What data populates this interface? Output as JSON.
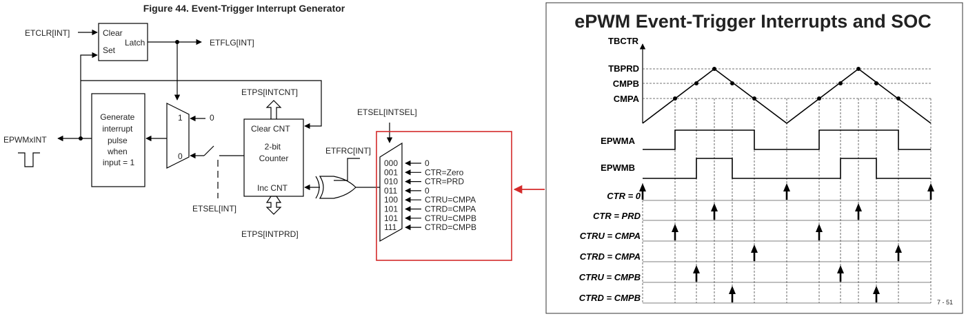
{
  "left": {
    "figure_title": "Figure 44. Event-Trigger Interrupt Generator",
    "etclr": "ETCLR[INT]",
    "latch_clear": "Clear",
    "latch_set": "Set",
    "latch_name": "Latch",
    "etflg": "ETFLG[INT]",
    "gen_lines": [
      "Generate",
      "interrupt",
      "pulse",
      "when",
      "input = 1"
    ],
    "epwmxint": "EPWMxINT",
    "mux1_one": "1",
    "mux1_zero": "0",
    "mux1_in0": "0",
    "etps_intcnt": "ETPS[INTCNT]",
    "counter_clear": "Clear CNT",
    "counter_lines": [
      "2-bit",
      "Counter"
    ],
    "counter_inc": "Inc CNT",
    "etps_intprd": "ETPS[INTPRD]",
    "etsel_int": "ETSEL[INT]",
    "etfrc": "ETFRC[INT]",
    "etsel_intsel": "ETSEL[INTSEL]",
    "mux_codes": [
      "000",
      "001",
      "010",
      "011",
      "100",
      "101",
      "101",
      "111"
    ],
    "mux_inputs": [
      "0",
      "CTR=Zero",
      "CTR=PRD",
      "0",
      "CTRU=CMPA",
      "CTRD=CMPA",
      "CTRU=CMPB",
      "CTRD=CMPB"
    ]
  },
  "right": {
    "title": "ePWM Event-Trigger Interrupts and SOC",
    "tbctr": "TBCTR",
    "levels": [
      "TBPRD",
      "CMPB",
      "CMPA"
    ],
    "signals": [
      "EPWMA",
      "EPWMB"
    ],
    "events": [
      "CTR = 0",
      "CTR = PRD",
      "CTRU = CMPA",
      "CTRD = CMPA",
      "CTRU = CMPB",
      "CTRD = CMPB"
    ],
    "page_number": "7 - 51"
  },
  "colors": {
    "highlight": "#d42a2a",
    "line": "#000000",
    "frame": "#333333"
  }
}
